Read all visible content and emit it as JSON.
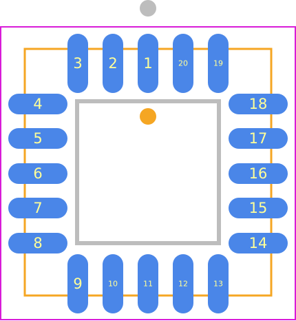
{
  "colors": {
    "background": "#ffffff",
    "courtyard_outline": "#d81bd8",
    "silkscreen_outline": "#f5a623",
    "pin1_marker": "#f5a623",
    "pad_fill": "#4a86e8",
    "pad_label": "#ffff99",
    "body_outline": "#bdbdbd",
    "origin_marker": "#bdbdbd"
  },
  "pads": {
    "top": [
      "3",
      "2",
      "1",
      "20",
      "19"
    ],
    "left": [
      "4",
      "5",
      "6",
      "7",
      "8"
    ],
    "bottom": [
      "9",
      "10",
      "11",
      "12",
      "13"
    ],
    "right": [
      "18",
      "17",
      "16",
      "15",
      "14"
    ]
  }
}
